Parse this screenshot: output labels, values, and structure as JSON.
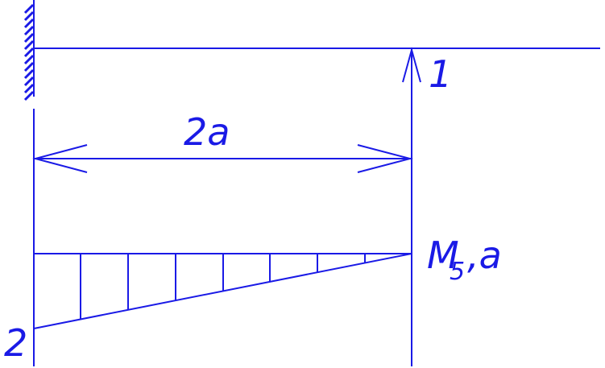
{
  "colors": {
    "stroke": "#1a1ae6",
    "background": "#ffffff"
  },
  "labels": {
    "point_1": "1",
    "point_2": "2",
    "span": "2a",
    "moment_main": "M",
    "moment_sub": "5",
    "moment_suffix": ",a"
  }
}
